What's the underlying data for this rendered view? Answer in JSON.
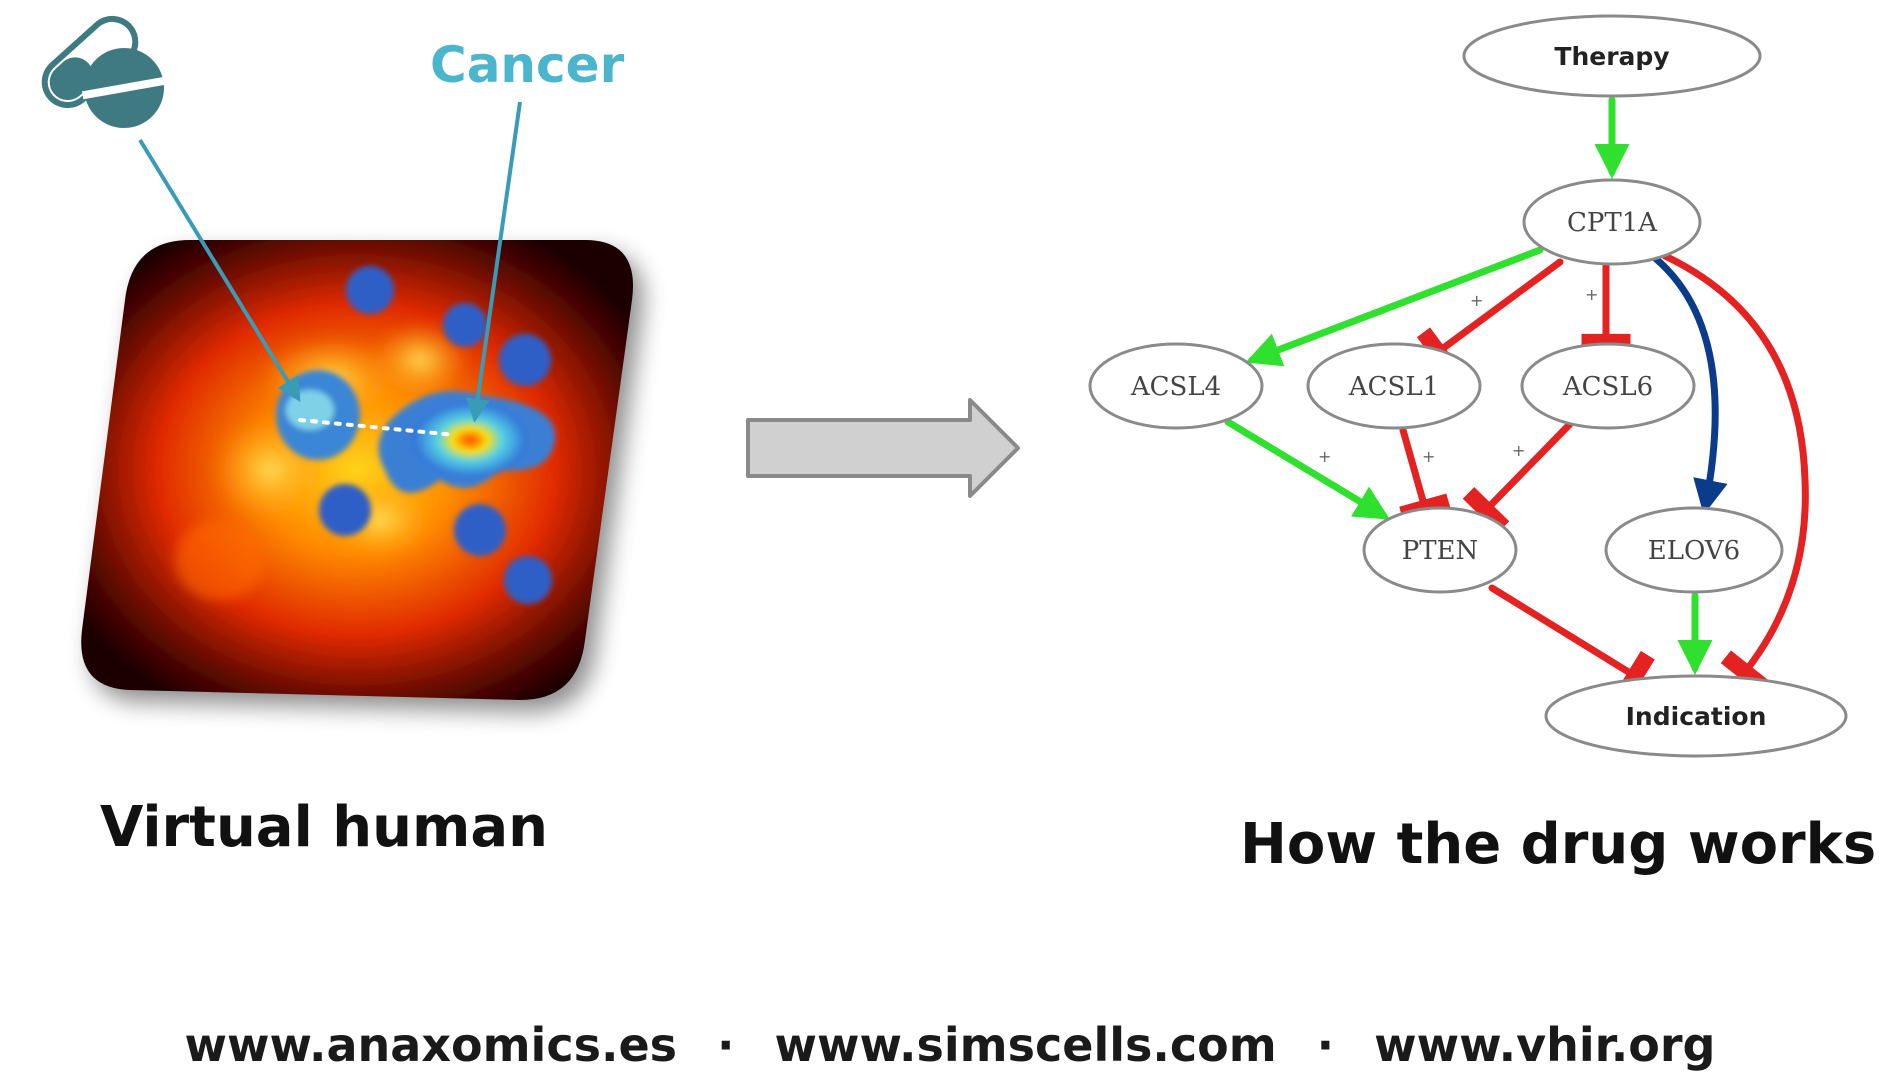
{
  "left_panel": {
    "cancer_label": "Cancer",
    "caption": "Virtual human",
    "pill_icon": "pill-capsule-icon",
    "heatmap_icon": "body-heatmap-icon"
  },
  "transition_arrow_icon": "right-arrow-icon",
  "network": {
    "caption": "How the drug works",
    "nodes": {
      "therapy": "Therapy",
      "cpt1a": "CPT1A",
      "acsl4": "ACSL4",
      "acsl1": "ACSL1",
      "acsl6": "ACSL6",
      "pten": "PTEN",
      "elov6": "ELOV6",
      "indication": "Indication"
    },
    "edge_colors": {
      "activation": "#2fe02f",
      "inhibition": "#e52222",
      "other": "#0b3c8c"
    }
  },
  "footer": {
    "site1": "www.anaxomics.es",
    "site2": "www.simscells.com",
    "site3": "www.vhir.org",
    "separator": "·"
  }
}
